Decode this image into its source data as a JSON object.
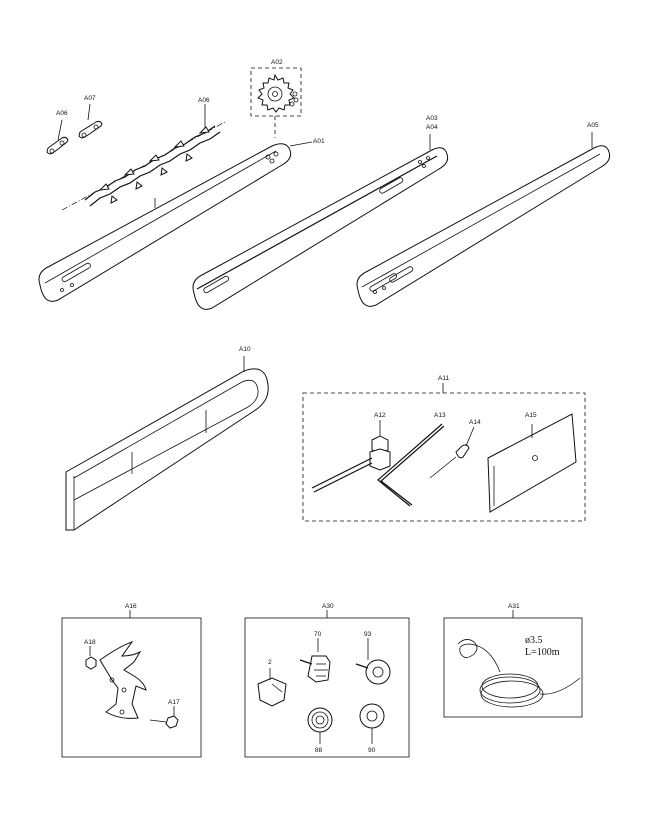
{
  "labels": {
    "a02": "A02",
    "a06": "A06",
    "a07": "A07",
    "a06b": "A06",
    "a01": "A01",
    "a03": "A03",
    "a04": "A04",
    "a05": "A05",
    "a10": "A10",
    "a11": "A11",
    "a12": "A12",
    "a13": "A13",
    "a14": "A14",
    "a15": "A15",
    "a16": "A16",
    "a18": "A18",
    "a17": "A17",
    "a30": "A30",
    "p70": "70",
    "p93": "93",
    "p2": "2",
    "p88": "88",
    "p90": "90",
    "a31": "A31"
  },
  "wire": {
    "diameter": "ø3.5",
    "length": "L=100m"
  }
}
